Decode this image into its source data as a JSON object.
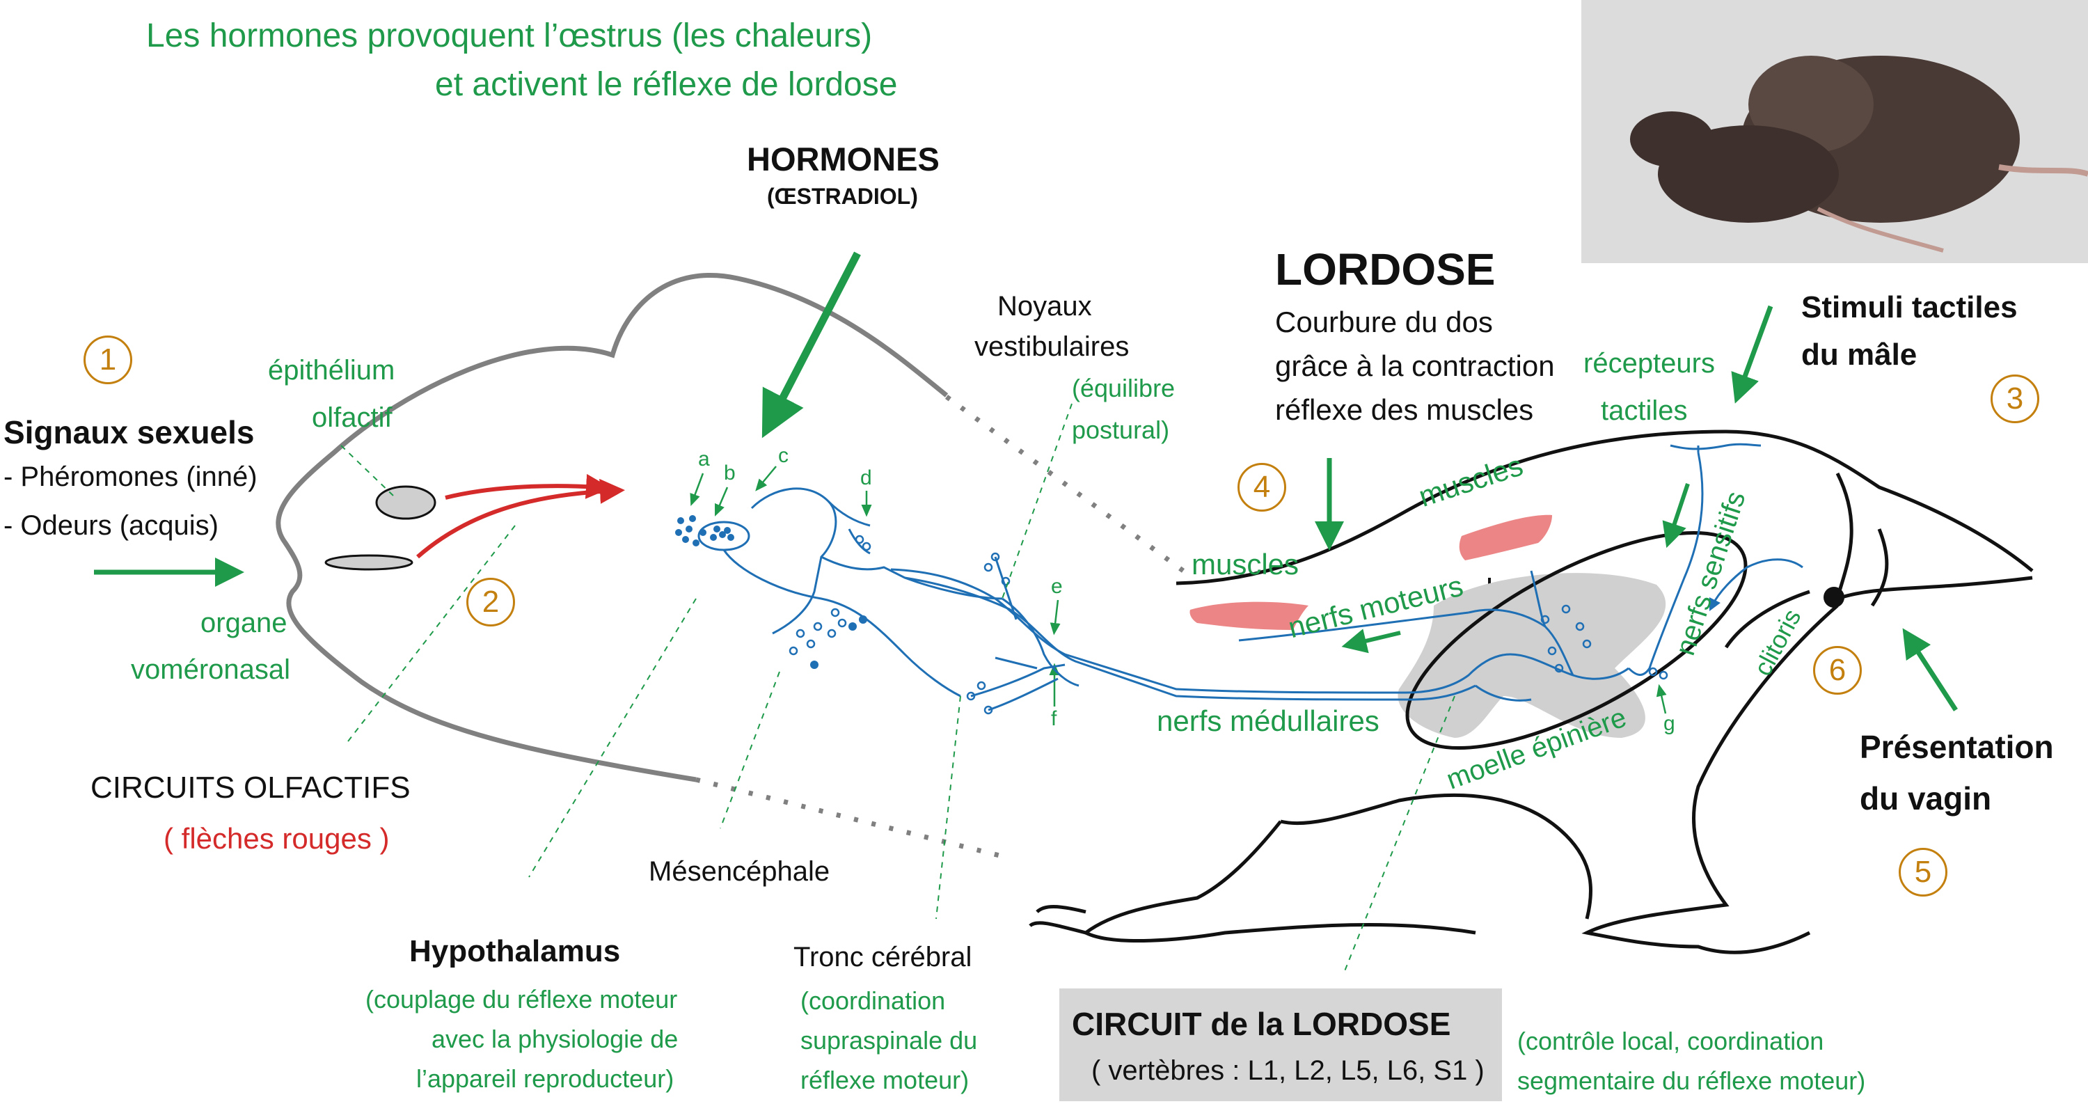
{
  "headline": {
    "line1": "Les hormones provoquent l’œstrus (les chaleurs)",
    "line2": "et activent le réflexe de lordose"
  },
  "hormones": {
    "title": "HORMONES",
    "subtitle": "(ŒSTRADIOL)"
  },
  "lordose": {
    "title": "LORDOSE",
    "line1": "Courbure du dos",
    "line2": "grâce à la contraction",
    "line3": "réflexe des muscles"
  },
  "stimuli": {
    "line1": "Stimuli tactiles",
    "line2": "du mâle"
  },
  "signaux": {
    "title": "Signaux sexuels",
    "item1": "- Phéromones (inné)",
    "item2": "- Odeurs (acquis)"
  },
  "steps": {
    "s1": "1",
    "s2": "2",
    "s3": "3",
    "s4": "4",
    "s5": "5",
    "s6": "6"
  },
  "labels": {
    "epithelium1": "épithélium",
    "epithelium2": "olfactif",
    "organe1": "organe",
    "organe2": "voméronasal",
    "noyaux1": "Noyaux",
    "noyaux2": "vestibulaires",
    "equilibre1": "(équilibre",
    "equilibre2": "postural)",
    "recepteurs1": "récepteurs",
    "recepteurs2": "tactiles",
    "muscles_left": "muscles",
    "muscles_right": "muscles",
    "nerfs_moteurs": "nerfs moteurs",
    "nerfs_sensitifs": "nerfs sensitifs",
    "nerfs_medullaires": "nerfs médullaires",
    "moelle": "moelle épinière",
    "clitoris": "clitoris",
    "mesencephale": "Mésencéphale",
    "a": "a",
    "b": "b",
    "c": "c",
    "d": "d",
    "e": "e",
    "f": "f",
    "g": "g"
  },
  "circuits_olfactifs": {
    "title": "CIRCUITS OLFACTIFS",
    "note": "( flèches rouges )"
  },
  "hypothalamus": {
    "title": "Hypothalamus",
    "note1": "(couplage du réflexe moteur",
    "note2": "avec la physiologie de",
    "note3": "l’appareil reproducteur)"
  },
  "tronc": {
    "title": "Tronc cérébral",
    "note1": "(coordination",
    "note2": "supraspinale du",
    "note3": "réflexe moteur)"
  },
  "circuit_lordose": {
    "title": "CIRCUIT de la LORDOSE",
    "note": "( vertèbres : L1, L2, L5, L6, S1 )"
  },
  "controle": {
    "line1": "(contrôle local, coordination",
    "line2": "segmentaire du réflexe moteur)"
  },
  "presentation": {
    "line1": "Présentation",
    "line2": "du vagin"
  },
  "colors": {
    "green": "#1e9a4a",
    "red": "#d42a2a",
    "orange": "#c4800e",
    "blue": "#1f6fb5",
    "muscle": "#ec8585",
    "gray_region": "#d0d0d0",
    "outline_gray": "#808080"
  }
}
